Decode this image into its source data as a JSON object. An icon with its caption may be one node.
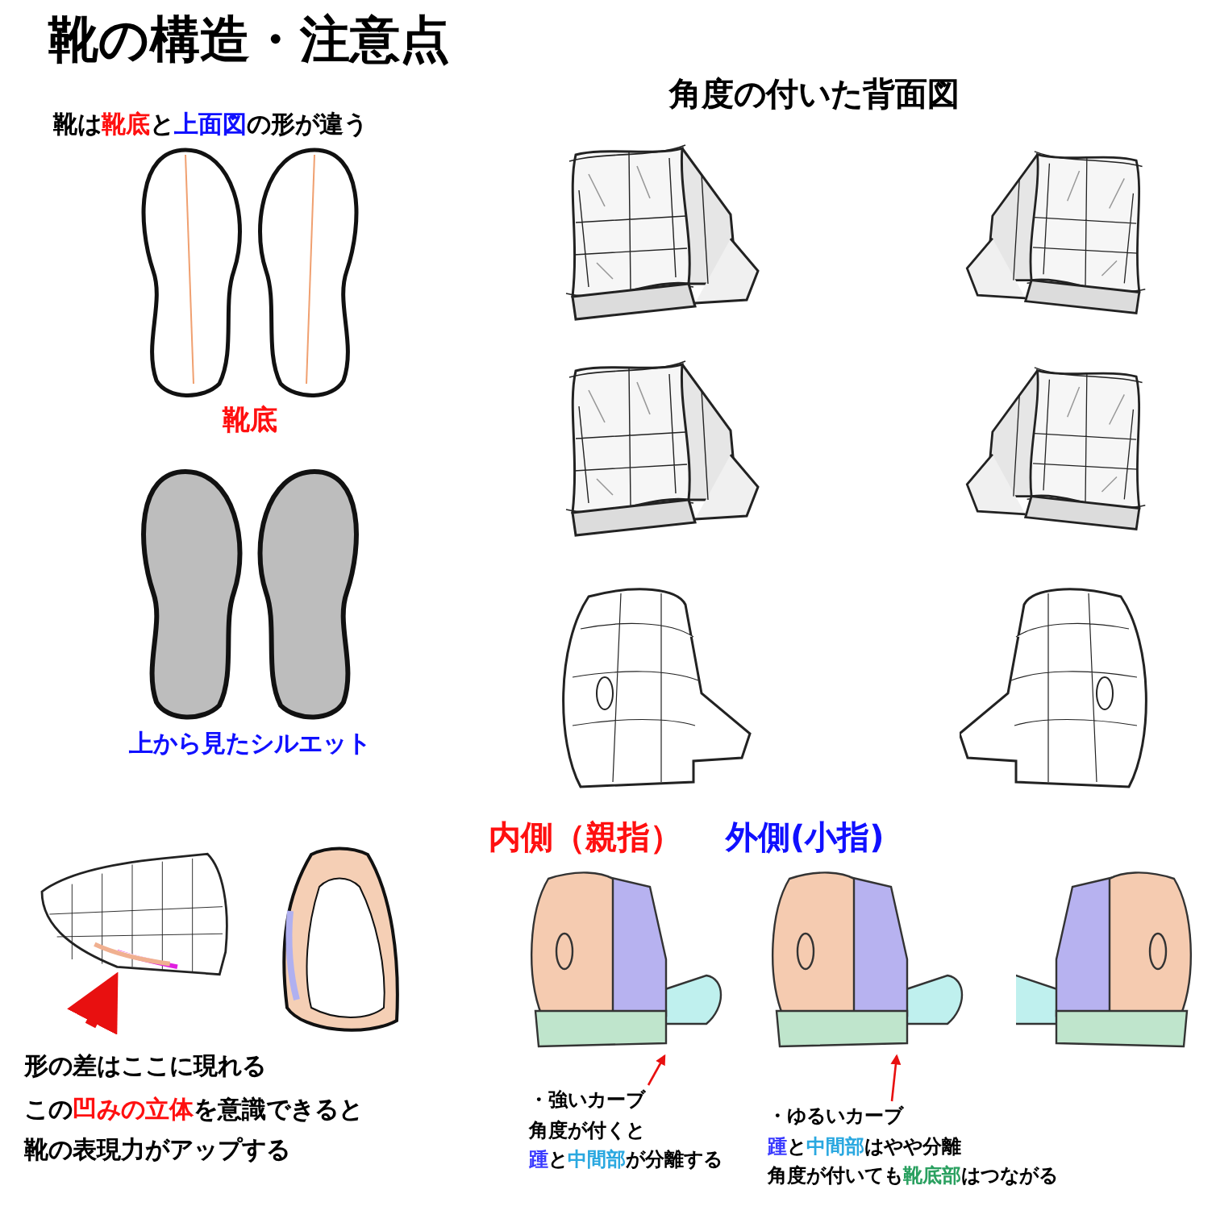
{
  "diagram": {
    "title": "靴の構造・注意点",
    "nodes": [
      {
        "text": [],
        "shape": "picture",
        "beside": [
          "靴底"
        ]
      },
      {
        "text": [],
        "shape": "picture",
        "beside": [
          "上から見たシルエット"
        ]
      },
      {
        "text": [],
        "shape": "picture"
      },
      {
        "text": [],
        "shape": "picture"
      },
      {
        "text": [],
        "shape": "picture"
      },
      {
        "text": [],
        "shape": "picture"
      },
      {
        "text": [],
        "shape": "picture"
      },
      {
        "text": [],
        "shape": "picture"
      },
      {
        "text": [],
        "shape": "picture"
      },
      {
        "text": [],
        "shape": "picture"
      },
      {
        "text": [],
        "shape": "picture"
      },
      {
        "text": [],
        "shape": "picture"
      },
      {
        "text": [],
        "shape": "picture"
      },
      {
        "text": [
          "・強いカーブ",
          "角度が付くと",
          "**踵**と**中間部**が分離する"
        ]
      },
      {
        "text": [
          "・ゆるいカーブ",
          "**踵**と**中間部**はやや分離",
          "角度が付いても**靴底部**はつながる"
        ]
      }
    ],
    "edges": [
      {
        "from": null,
        "to": 8,
        "arrow": "to",
        "style": "thick"
      },
      {
        "from": 13,
        "to": 10,
        "arrow": "to"
      },
      {
        "from": 14,
        "to": 11,
        "arrow": "to"
      }
    ],
    "labels": [
      "靴は**靴底**と**上面図**の形が違う",
      "角度の付いた背面図",
      "内側（親指）",
      "外側(小指)",
      "形の差はここに現れる",
      "この**凹みの立体**を意識できると",
      "靴の表現力がアップする"
    ]
  }
}
